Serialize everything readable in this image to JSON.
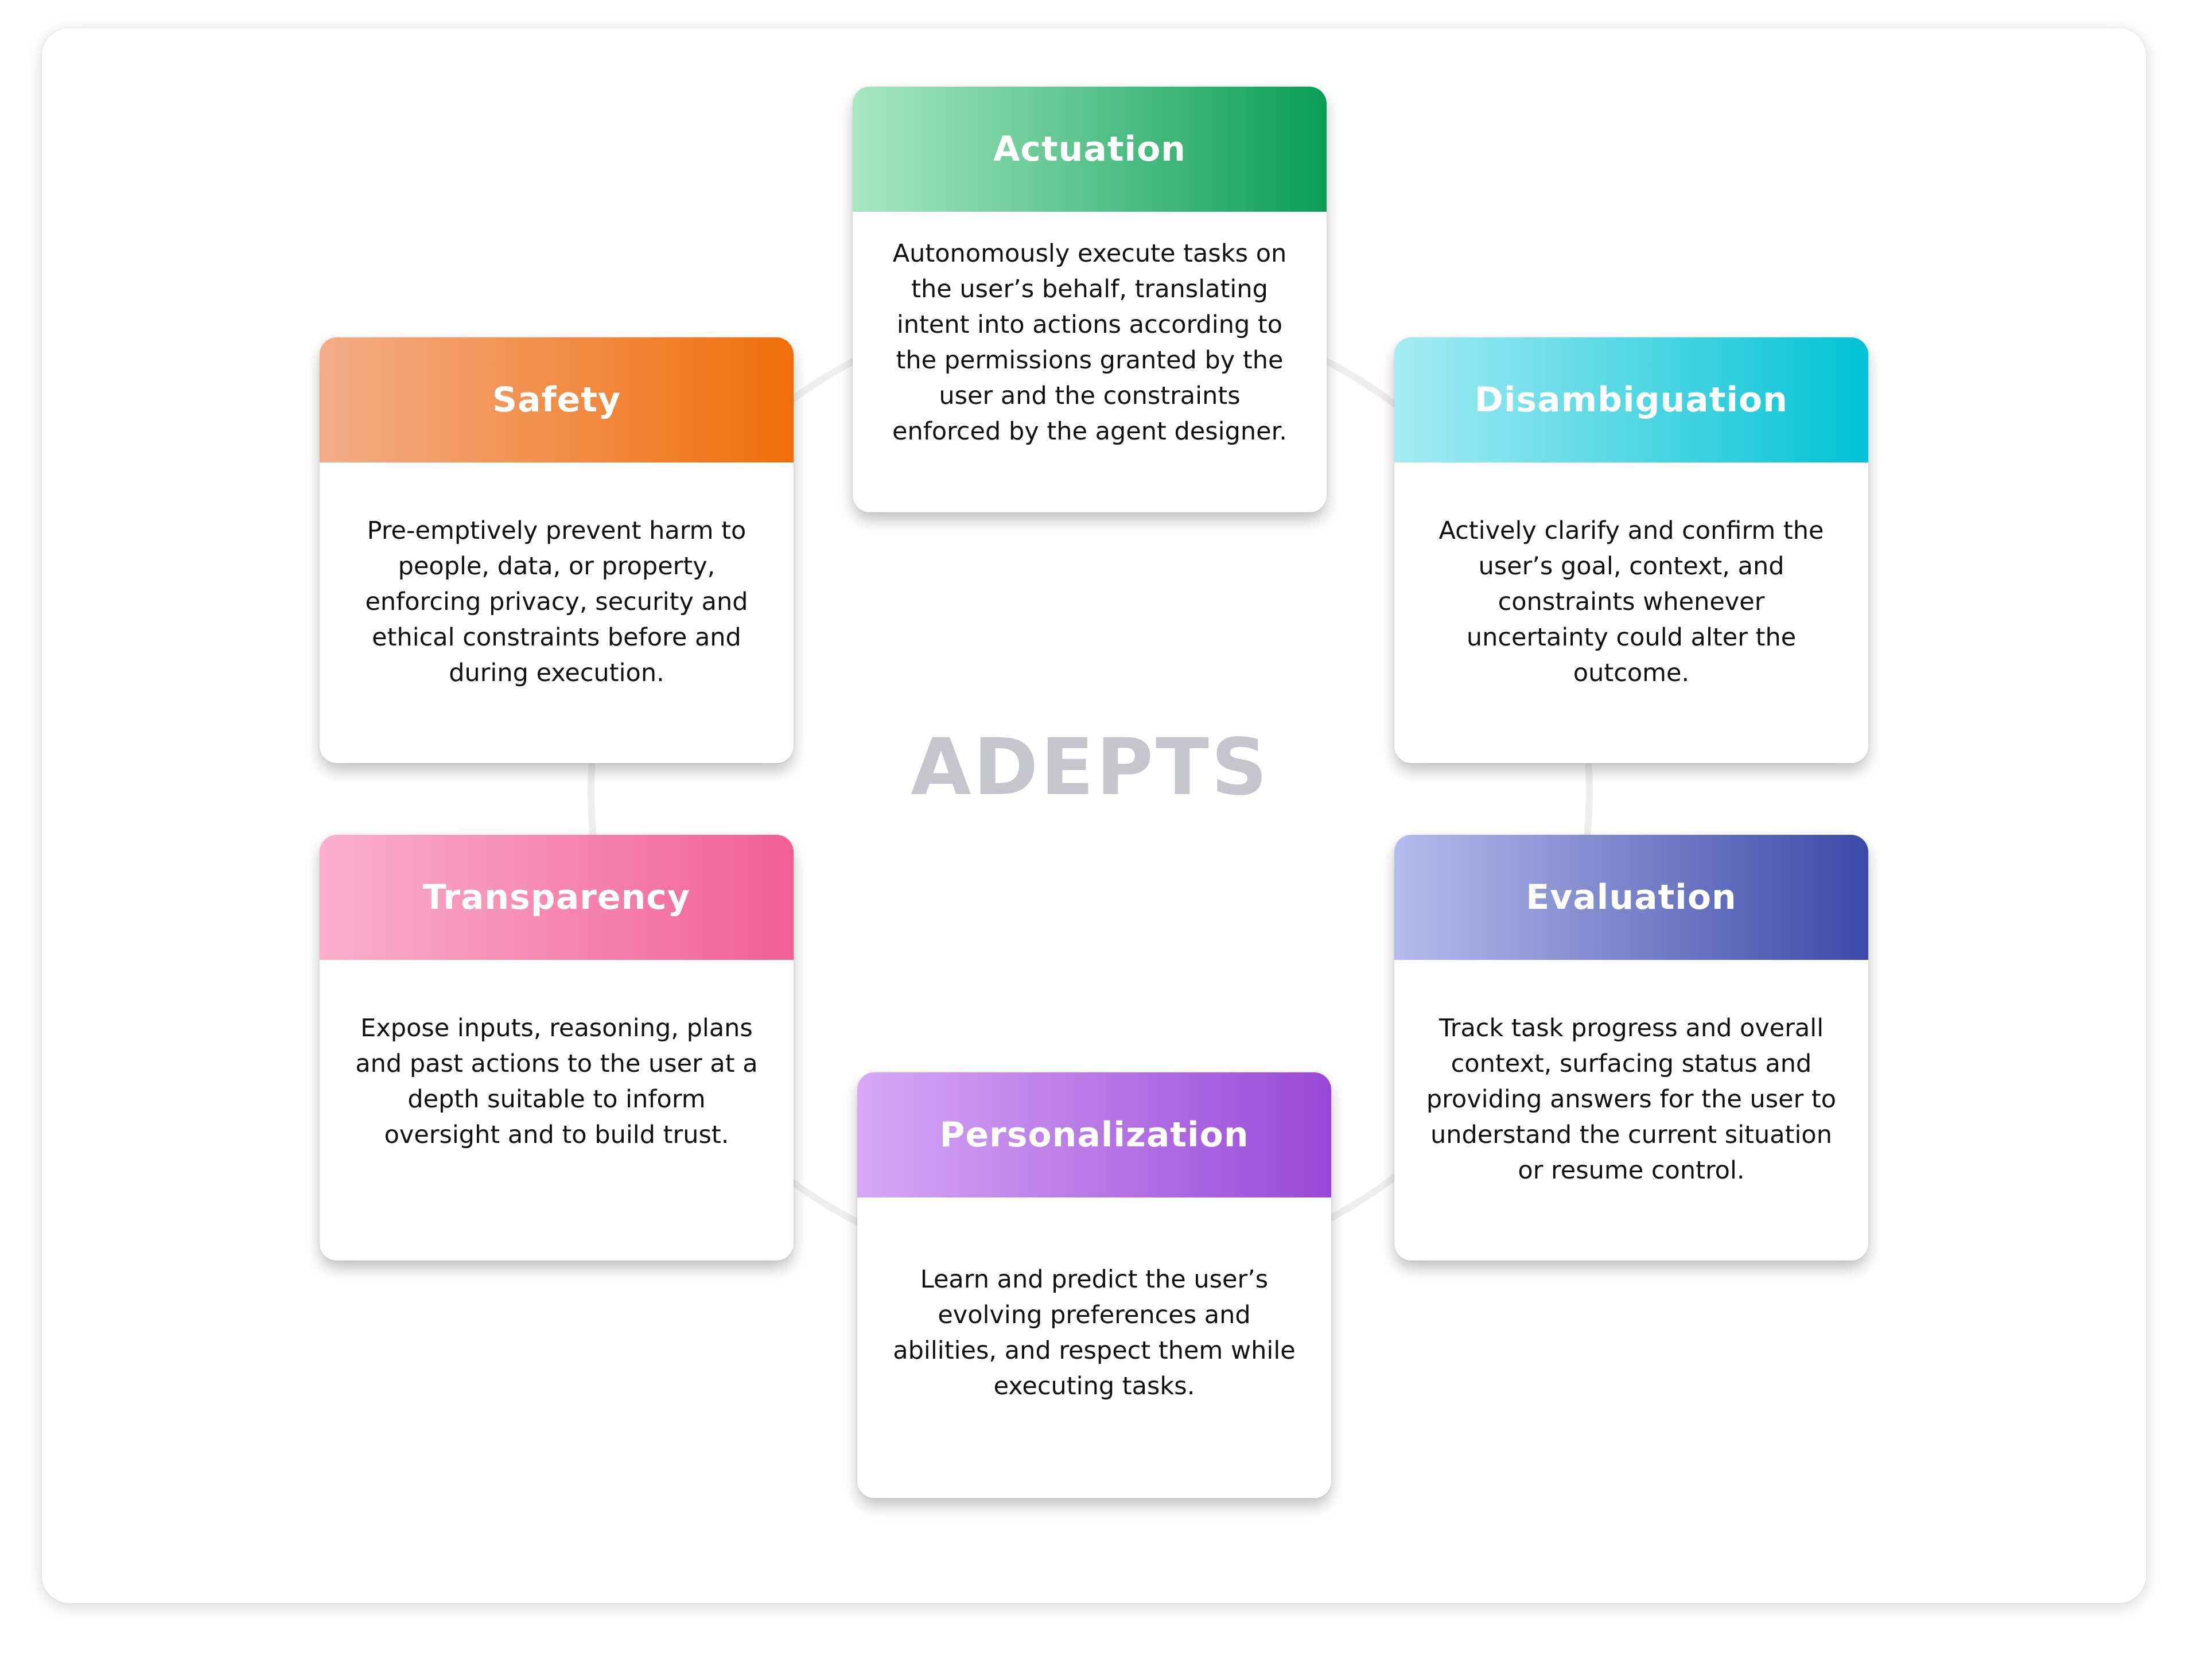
{
  "diagram": {
    "center_title": "ADEPTS",
    "ring_color": "#eeeeee",
    "cards": [
      {
        "key": "actuation",
        "title": "Actuation",
        "description": "Autonomously execute tasks on the user’s behalf, translating intent into actions according to the permissions granted by the user and the constraints enforced by the agent designer.",
        "gradient": [
          "#a8e8c0",
          "#0a9e55"
        ]
      },
      {
        "key": "safety",
        "title": "Safety",
        "description": "Pre-emptively prevent harm to people, data, or property, enforcing privacy, security and ethical constraints before and during execution.",
        "gradient": [
          "#f3ad88",
          "#f06e08"
        ]
      },
      {
        "key": "disambiguation",
        "title": "Disambiguation",
        "description": "Actively clarify and confirm the user’s goal, context, and constraints whenever uncertainty could alter the outcome.",
        "gradient": [
          "#a6ecf4",
          "#00c2d4"
        ]
      },
      {
        "key": "transparency",
        "title": "Transparency",
        "description": "Expose inputs, reasoning, plans and past actions to the user at a depth suitable to inform oversight and to build trust.",
        "gradient": [
          "#fbb0cc",
          "#f05f94"
        ]
      },
      {
        "key": "evaluation",
        "title": "Evaluation",
        "description": "Track task progress and overall context, surfacing status and providing answers for the user to understand the current situation or resume control.",
        "gradient": [
          "#b4bcec",
          "#3c4aa8"
        ]
      },
      {
        "key": "personalization",
        "title": "Personalization",
        "description": "Learn and predict the user’s evolving preferences and abilities, and respect them while executing tasks.",
        "gradient": [
          "#d7a8f6",
          "#9848d8"
        ]
      }
    ]
  }
}
